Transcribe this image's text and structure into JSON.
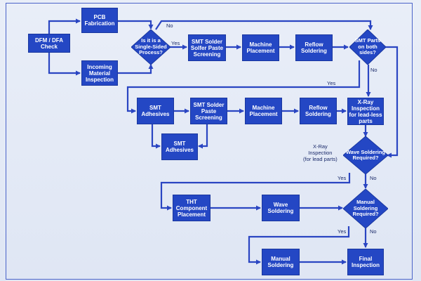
{
  "nodes": {
    "dfm": "DFM / DFA\nCheck",
    "pcb": "PCB\nFabrication",
    "incoming": "Incoming\nMaterial\nInspection",
    "single_sided": "Is it is a\nSingle-Sided\nProcess?",
    "smt_solder_1": "SMT Solder\nSolfer Paste\nScreening",
    "machine_1": "Machine\nPlacement",
    "reflow_1": "Reflow\nSoldering",
    "smt_both": "SMT Parts\non both\nsides?",
    "smt_adhesives_1": "SMT\nAdhesives",
    "smt_solder_2": "SMT Solder\nPaste\nScreening",
    "machine_2": "Machine\nPlacement",
    "reflow_2": "Reflow\nSoldering",
    "xray_leadless": "X-Ray\nInspection\nfor lead-less\nparts",
    "smt_adhesives_2": "SMT\nAdhesives",
    "wave_required": "Wave Soldering\nRequired?",
    "tht": "THT\nComponent\nPlacement",
    "wave": "Wave\nSoldering",
    "manual_required": "Manual\nSoldering\nRequired?",
    "manual": "Manual\nSoldering",
    "final": "Final\nInspection"
  },
  "labels": {
    "no_1": "No",
    "yes_1": "Yes",
    "no_2": "No",
    "yes_2": "Yes",
    "xray_lead": "X-Ray\nInspection\n(for lead parts)",
    "yes_3": "Yes",
    "no_3": "No",
    "yes_4": "Yes",
    "no_4": "No"
  },
  "colors": {
    "box": "#2447c4",
    "arrow": "#2a45c2",
    "frame": "#4a63c9",
    "background": "#e3e9f6"
  }
}
